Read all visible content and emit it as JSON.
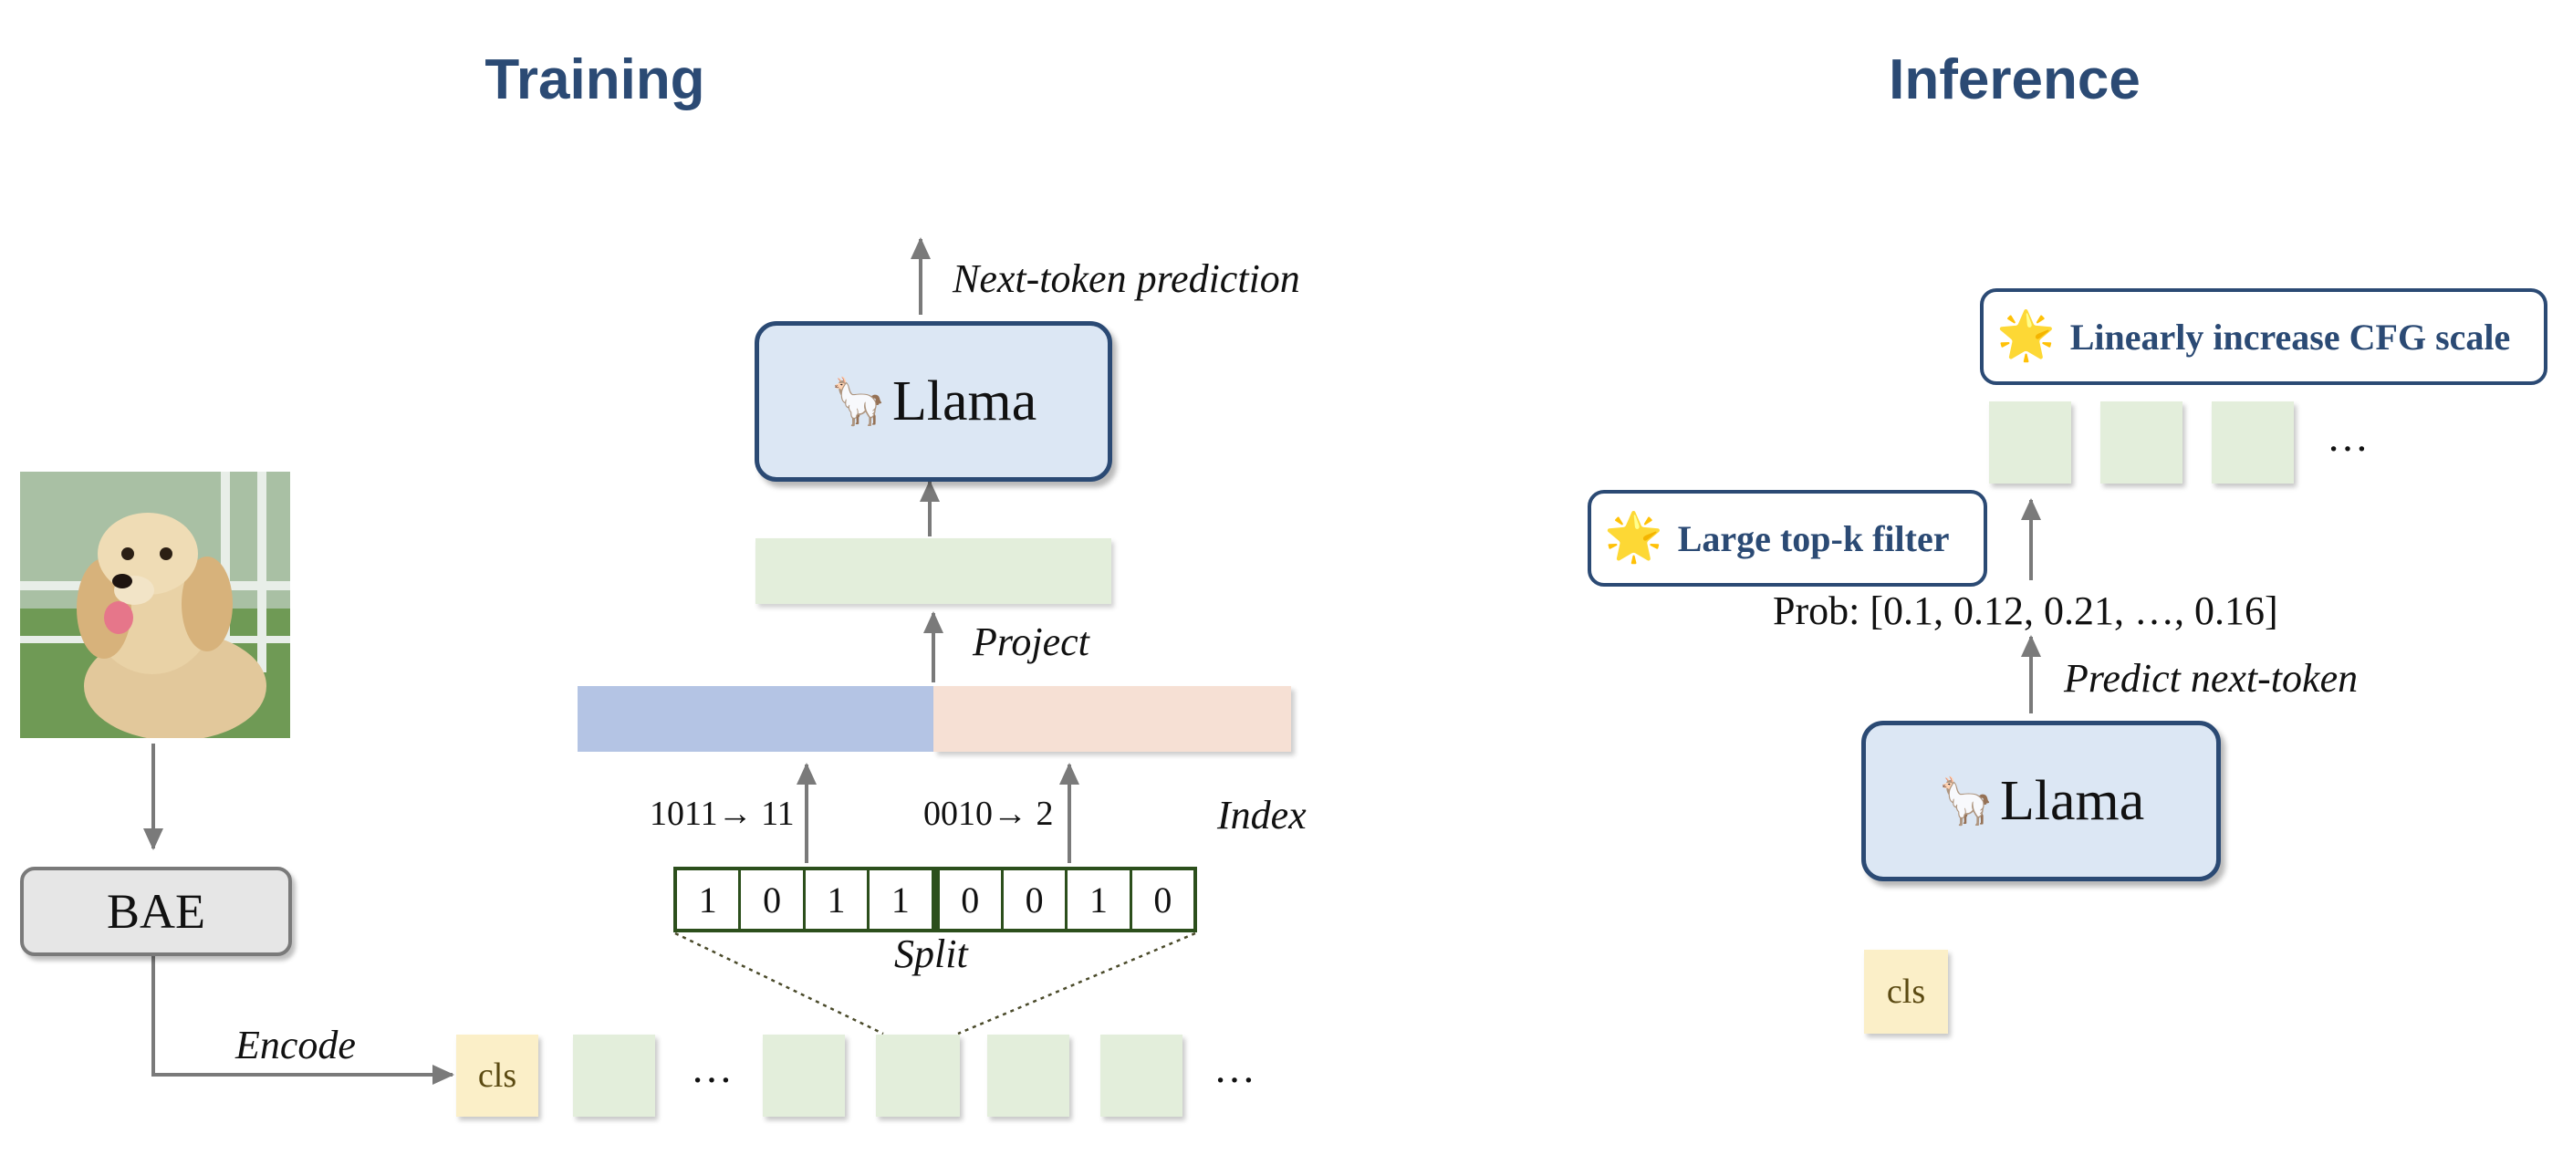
{
  "headings": {
    "training": "Training",
    "inference": "Inference"
  },
  "training": {
    "bae_label": "BAE",
    "encode_label": "Encode",
    "cls_label": "cls",
    "ellipsis": "…",
    "bits": [
      "1",
      "0",
      "1",
      "1",
      "0",
      "0",
      "1",
      "0"
    ],
    "split_label": "Split",
    "index_label": "Index",
    "index_left": "1011→ 11",
    "index_right": "0010→ 2",
    "project_label": "Project",
    "llama_label": "Llama",
    "next_token_label": "Next-token prediction"
  },
  "inference": {
    "cls_label": "cls",
    "llama_label": "Llama",
    "predict_label": "Predict next-token",
    "prob_text": "Prob: [0.1, 0.12, 0.21, …, 0.16]",
    "topk_label": "Large top-k filter",
    "cfg_label": "Linearly increase CFG scale",
    "ellipsis": "…"
  },
  "icons": {
    "llama": "llama-icon",
    "star": "star-icon",
    "dog_photo": "golden-retriever-photo"
  },
  "colors": {
    "heading": "#2b4a74",
    "llama_box_fill": "#dce7f4",
    "token_green": "#e3eedb",
    "cls_yellow": "#fbefc8",
    "index_blue": "#b4c4e4",
    "index_peach": "#f6e0d4",
    "bits_border": "#2c4f1c",
    "arrow_gray": "#7a7a7a"
  }
}
